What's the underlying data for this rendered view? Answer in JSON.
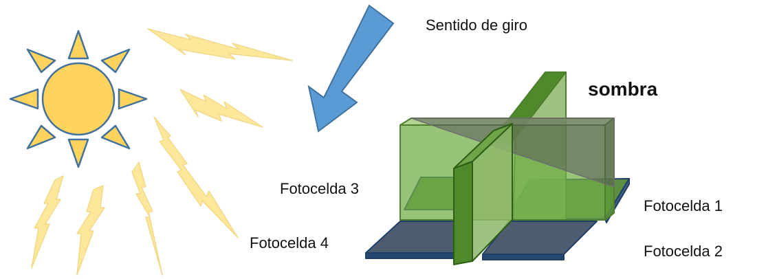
{
  "labels": {
    "rotation": "Sentido de giro",
    "shadow": "sombra",
    "cell1": "Fotocelda 1",
    "cell2": "Fotocelda 2",
    "cell3": "Fotocelda 3",
    "cell4": "Fotocelda 4"
  },
  "icons": {
    "sun": "sun-icon",
    "rays": "sun-ray-icon",
    "arrow": "rotation-arrow-icon"
  },
  "colors": {
    "sun_fill": "#FFD35C",
    "sun_stroke": "#41719C",
    "ray_fill": "#FCE79A",
    "arrow_fill": "#5B9BD5",
    "panel_green": "#70AD47",
    "panel_dark_green": "#4E7E2C",
    "cell_fill": "#4A5A6E",
    "cell_edge": "#1F3F66",
    "shadow_fill": "#5A5A5A"
  }
}
